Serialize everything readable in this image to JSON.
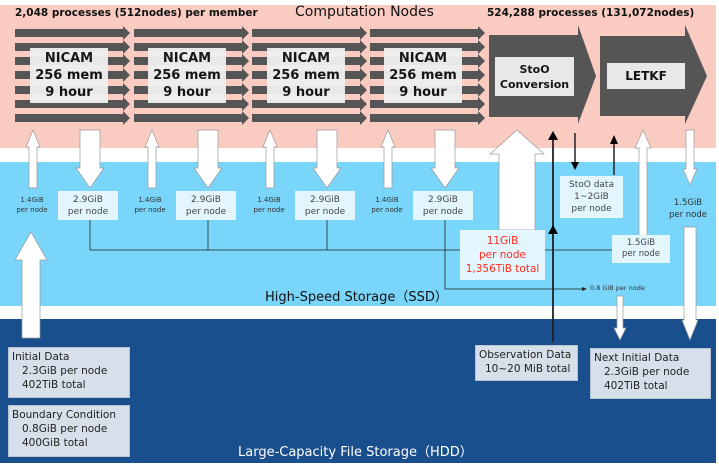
{
  "compute": {
    "title": "Computation Nodes",
    "member_processes": "2,048 processes (512nodes) per member",
    "total_processes": "524,288 processes (131,072nodes)",
    "nicam_groups": [
      {
        "l1": "NICAM",
        "l2": "256 mem",
        "l3": "9 hour"
      },
      {
        "l1": "NICAM",
        "l2": "256 mem",
        "l3": "9 hour"
      },
      {
        "l1": "NICAM",
        "l2": "256 mem",
        "l3": "9 hour"
      },
      {
        "l1": "NICAM",
        "l2": "256 mem",
        "l3": "9 hour"
      }
    ],
    "stoo": {
      "l1": "StoO",
      "l2": "Conversion"
    },
    "letkf": "LETKF"
  },
  "ssd": {
    "title": "High-Speed Storage（SSD）",
    "input_labels": [
      {
        "l1": "1.4GiB",
        "l2": "per node"
      },
      {
        "l1": "1.4GiB",
        "l2": "per node"
      },
      {
        "l1": "1.4GiB",
        "l2": "per node"
      },
      {
        "l1": "1.4GiB",
        "l2": "per node"
      }
    ],
    "output_labels": [
      {
        "l1": "2.9GiB",
        "l2": "per node"
      },
      {
        "l1": "2.9GiB",
        "l2": "per node"
      },
      {
        "l1": "2.9GiB",
        "l2": "per node"
      },
      {
        "l1": "2.9GiB",
        "l2": "per node"
      }
    ],
    "total": {
      "l1": "11GiB",
      "l2": "per node",
      "l3": "1,356TiB total"
    },
    "stoo_data": {
      "l1": "StoO data",
      "l2": "1~2GiB",
      "l3": "per node"
    },
    "letkf_in": {
      "l1": "1.5GiB",
      "l2": "per node"
    },
    "letkf_out": {
      "l1": "1.5GiB",
      "l2": "per node"
    },
    "boundary_flow": "0.8 GiB per node"
  },
  "hdd": {
    "title": "Large-Capacity File Storage（HDD）",
    "initial": {
      "title": "Initial Data",
      "l1": "2.3GiB per node",
      "l2": "402TiB total"
    },
    "boundary": {
      "title": "Boundary Condition",
      "l1": "0.8GiB per node",
      "l2": "400GiB total"
    },
    "observation": {
      "title": "Observation Data",
      "l1": "10~20 MiB total"
    },
    "next_initial": {
      "title": "Next Initial Data",
      "l1": "2.3GiB per node",
      "l2": "402TiB total"
    }
  },
  "colors": {
    "compute": "#f9cbc1",
    "ssd": "#79d5fa",
    "hdd": "#1a4f8e",
    "highlight": "#ff2a1a",
    "arrow": "#555555"
  }
}
